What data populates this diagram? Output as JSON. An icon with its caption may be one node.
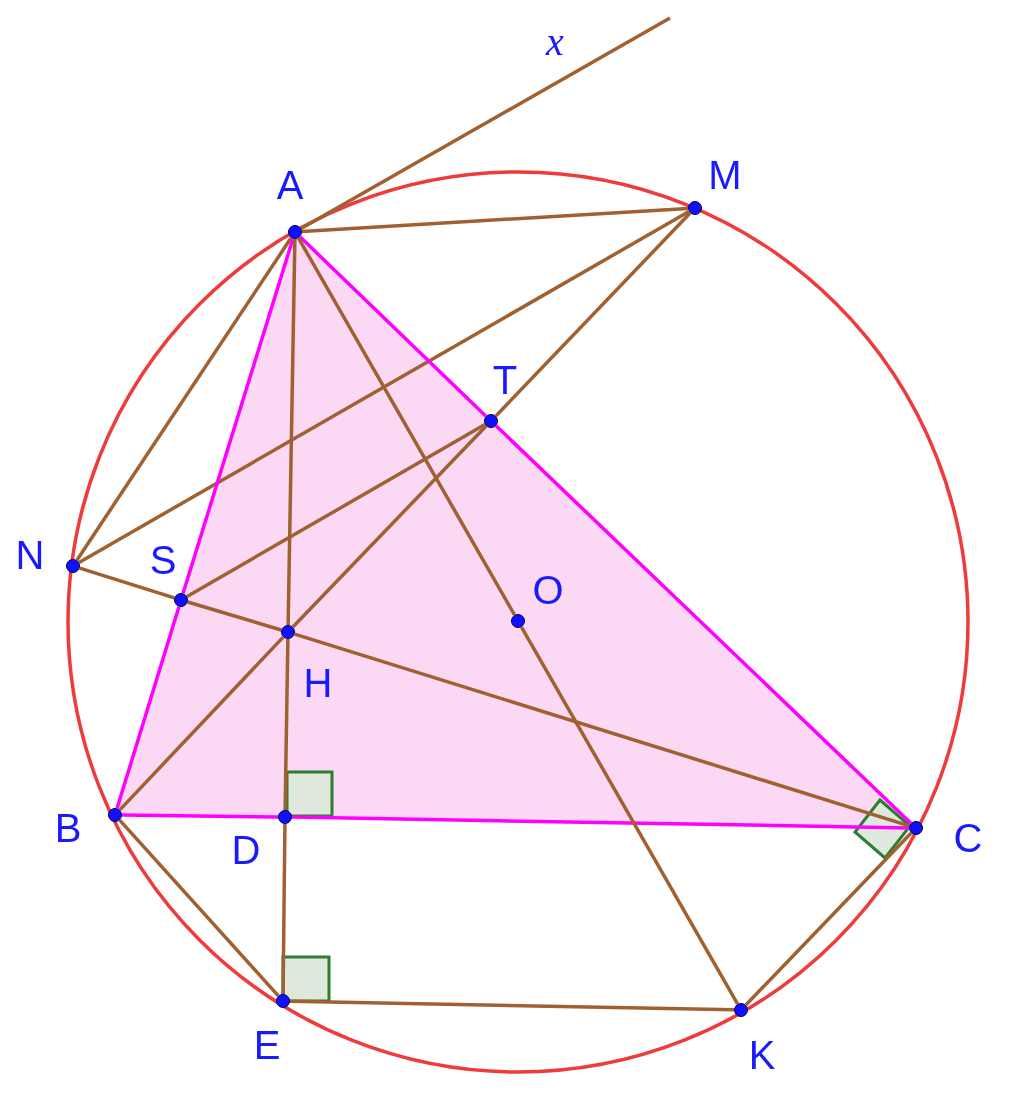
{
  "diagram": {
    "nodes": [
      {
        "text": [],
        "shape": "circle",
        "beside": [
          "A"
        ]
      },
      {
        "text": [],
        "shape": "circle",
        "beside": [
          "M"
        ]
      },
      {
        "text": [],
        "shape": "circle",
        "beside": [
          "T"
        ]
      },
      {
        "text": [],
        "shape": "circle",
        "beside": [
          "N"
        ]
      },
      {
        "text": [],
        "shape": "circle",
        "beside": [
          "S"
        ]
      },
      {
        "text": [],
        "shape": "circle",
        "beside": [
          "O"
        ]
      },
      {
        "text": [],
        "shape": "circle",
        "beside": [
          "H"
        ]
      },
      {
        "text": [],
        "shape": "circle",
        "beside": [
          "B"
        ]
      },
      {
        "text": [],
        "shape": "circle",
        "beside": [
          "D"
        ]
      },
      {
        "text": [],
        "shape": "circle",
        "beside": [
          "C"
        ]
      },
      {
        "text": [],
        "shape": "circle",
        "beside": [
          "E"
        ]
      },
      {
        "text": [],
        "shape": "circle",
        "beside": [
          "K"
        ]
      }
    ],
    "edges": [
      {
        "from": 0,
        "to": null,
        "arrow": "none"
      },
      {
        "from": 0,
        "to": 1,
        "arrow": "none"
      },
      {
        "from": 0,
        "to": 3,
        "arrow": "none"
      },
      {
        "from": 3,
        "to": 1,
        "arrow": "none"
      },
      {
        "from": 1,
        "to": 2,
        "arrow": "none"
      },
      {
        "from": 2,
        "to": 6,
        "arrow": "none"
      },
      {
        "from": 6,
        "to": 7,
        "arrow": "none"
      },
      {
        "from": 0,
        "to": 2,
        "arrow": "none",
        "color": "#ff00ff"
      },
      {
        "from": 2,
        "to": 9,
        "arrow": "none",
        "color": "#ff00ff"
      },
      {
        "from": 0,
        "to": 4,
        "arrow": "none",
        "color": "#ff00ff"
      },
      {
        "from": 4,
        "to": 7,
        "arrow": "none",
        "color": "#ff00ff"
      },
      {
        "from": 7,
        "to": 8,
        "arrow": "none",
        "color": "#ff00ff"
      },
      {
        "from": 8,
        "to": 9,
        "arrow": "none",
        "color": "#ff00ff"
      },
      {
        "from": 0,
        "to": 6,
        "arrow": "none"
      },
      {
        "from": 6,
        "to": 8,
        "arrow": "none"
      },
      {
        "from": 8,
        "to": 10,
        "arrow": "none"
      },
      {
        "from": 0,
        "to": 5,
        "arrow": "none"
      },
      {
        "from": 5,
        "to": 11,
        "arrow": "none"
      },
      {
        "from": 3,
        "to": 4,
        "arrow": "none"
      },
      {
        "from": 4,
        "to": 6,
        "arrow": "none"
      },
      {
        "from": 6,
        "to": 9,
        "arrow": "none"
      },
      {
        "from": 2,
        "to": 4,
        "arrow": "none"
      },
      {
        "from": 7,
        "to": 10,
        "arrow": "none"
      },
      {
        "from": 10,
        "to": 11,
        "arrow": "none"
      },
      {
        "from": 11,
        "to": 9,
        "arrow": "none"
      }
    ],
    "labels": [
      "x"
    ]
  }
}
